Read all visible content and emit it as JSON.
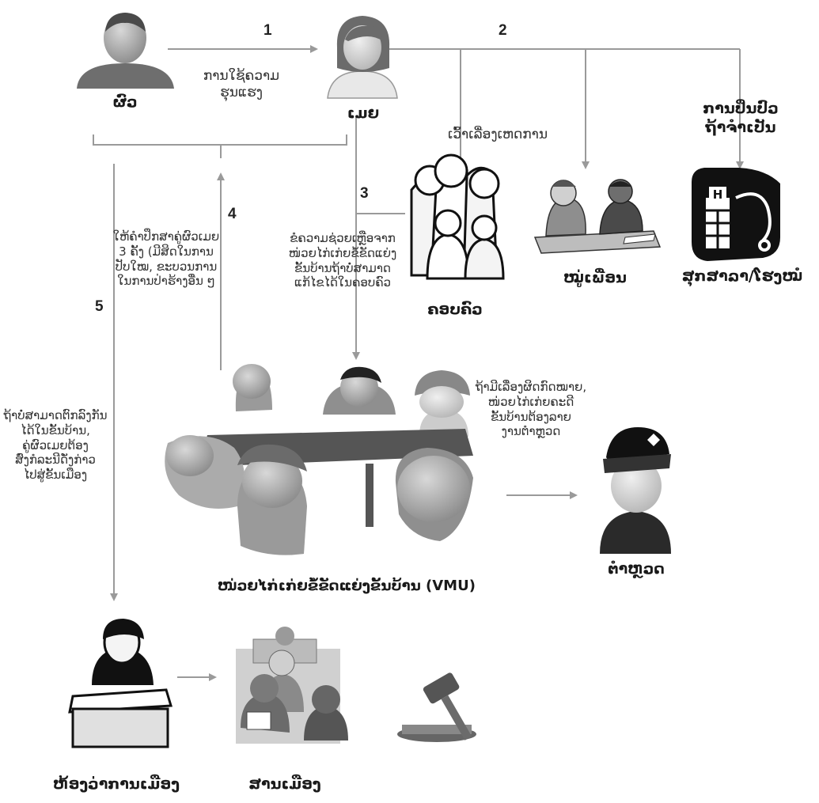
{
  "labels": {
    "husband": "ຜົວ",
    "wife": "ເມຍ",
    "violence": "ການໃຊ້ຄວາມ\nຮຸນແຮງ",
    "talk": "ເວົ້າເລື່ອງເຫດການ",
    "treatment": "ການປິ່ນປົວ\nຖ້າຈຳເປັນ",
    "family": "ຄອບຄົວ",
    "friends": "ໝູ່ເພື່ອນ",
    "health": "ສຸກສາລາ/ໂຮງໝໍ",
    "counsel": "ໃຫ້ຄຳປຶກສາຄູ່ຜົວເມຍ\n3 ຄັ້ງ (ມີສິດໃນການ\nປັບໃໝ, ຂະບວນການ\nໃນການປ່າຮ້າງອື່ນ ໆ",
    "ask_help": "ຂໍຄວາມຊ່ວຍເຫຼືອຈາກ\nໜ່ວຍໄກ່ເກ່ຍຂໍ້ຂັດແຍ່ງ\nຂັ້ນບ້ານຖ້າບໍ່ສາມາດ\nແກ້ໄຂໄດ້ໃນຄອບຄົວ",
    "crime": "ຖ້າມີເລື່ອງຜິດກົດໝາຍ,\nໜ່ວຍໄກ່ເກ່ຍຄະດີ\nຂັ້ນບ້ານຕ້ອງລາຍ\nງານຕຳຫຼວດ",
    "escalate": "ຖ້າບໍ່ສາມາດຕົກລົງກັນ\nໄດ້ໃນຂັ້ນບ້ານ,\nຄູ່ຜົວເມຍຕ້ອງ\nສົ່ງກໍລະນີດັ່ງກ່າວ\nໄປສູ່ຂັ້ນເມືອງ",
    "vmu": "ໜ່ວຍໄກ່ເກ່ຍຂໍ້ຂັດແຍ່ງຂັ້ນບ້ານ (VMU)",
    "police": "ຕຳຫຼວດ",
    "district_office": "ຫ້ອງວ່າການເມືອງ",
    "district_court": "ສານເມືອງ"
  },
  "steps": [
    "1",
    "2",
    "3",
    "4",
    "5"
  ],
  "icons": [
    "husband-icon",
    "wife-icon",
    "family-icon",
    "friends-icon",
    "health-center-icon",
    "vmu-meeting-icon",
    "police-icon",
    "district-office-icon",
    "court-icon",
    "gavel-icon"
  ]
}
